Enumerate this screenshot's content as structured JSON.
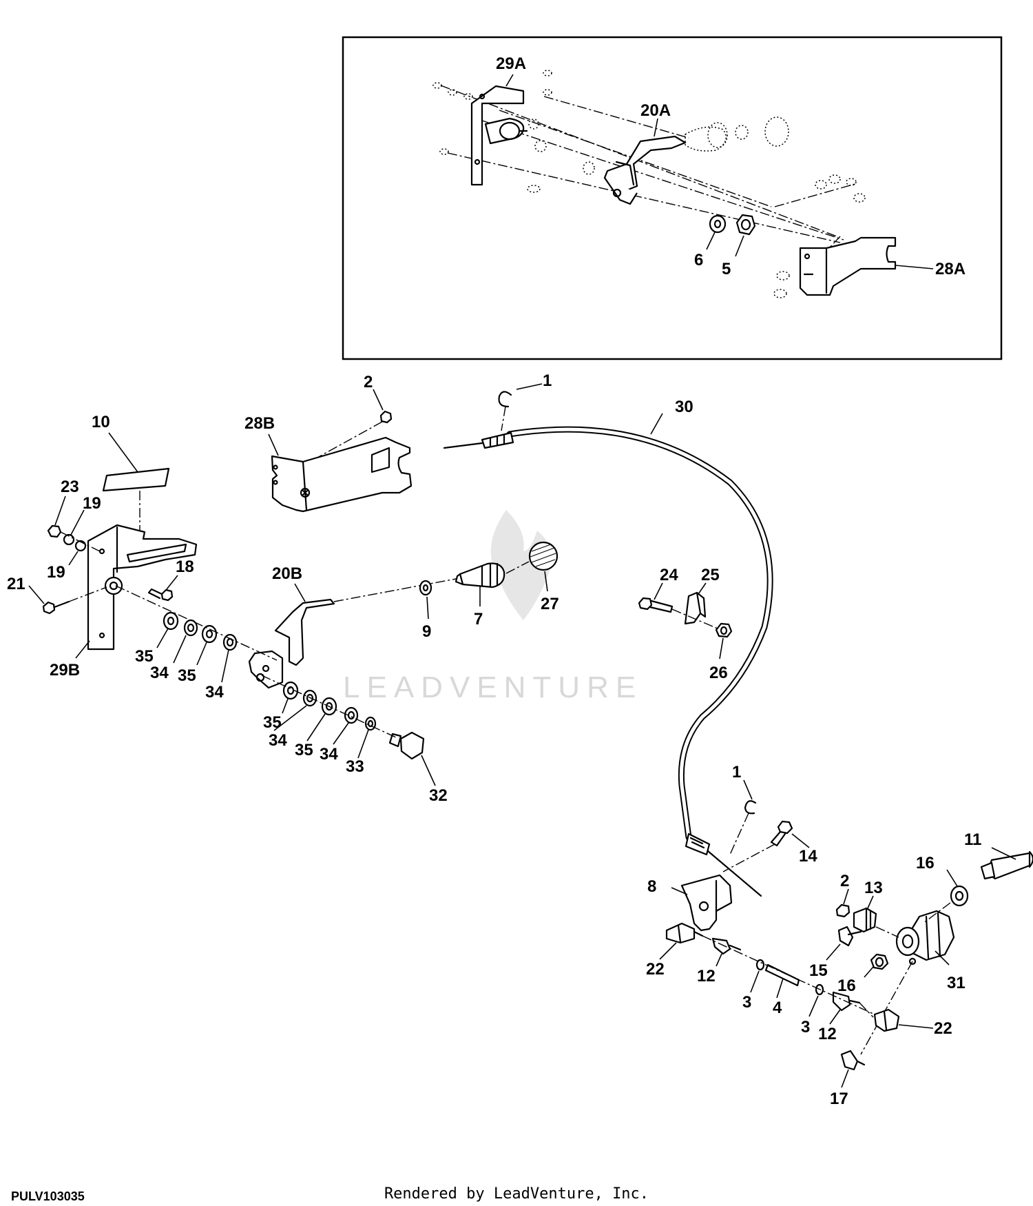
{
  "figure_id": "PULV103035",
  "render_note": "Rendered by LeadVenture, Inc.",
  "watermark": "LEADVENTURE",
  "callouts": {
    "c29A": "29A",
    "c20A": "20A",
    "c6": "6",
    "c5": "5",
    "c28A": "28A",
    "c1a": "1",
    "c2a": "2",
    "c30": "30",
    "c10": "10",
    "c28B": "28B",
    "c23": "23",
    "c19a": "19",
    "c19b": "19",
    "c21": "21",
    "c18": "18",
    "c29B": "29B",
    "c20B": "20B",
    "c9": "9",
    "c7": "7",
    "c27": "27",
    "c24": "24",
    "c25": "25",
    "c26": "26",
    "c35a": "35",
    "c34a": "34",
    "c35b": "35",
    "c34b": "34",
    "c35c": "35",
    "c34c": "34",
    "c35d": "35",
    "c34d": "34",
    "c33": "33",
    "c32": "32",
    "c1b": "1",
    "c14": "14",
    "c8": "8",
    "c2b": "2",
    "c13": "13",
    "c11": "11",
    "c16a": "16",
    "c15": "15",
    "c16b": "16",
    "c31": "31",
    "c22a": "22",
    "c12a": "12",
    "c3a": "3",
    "c4": "4",
    "c3b": "3",
    "c12b": "12",
    "c22b": "22",
    "c17": "17"
  }
}
